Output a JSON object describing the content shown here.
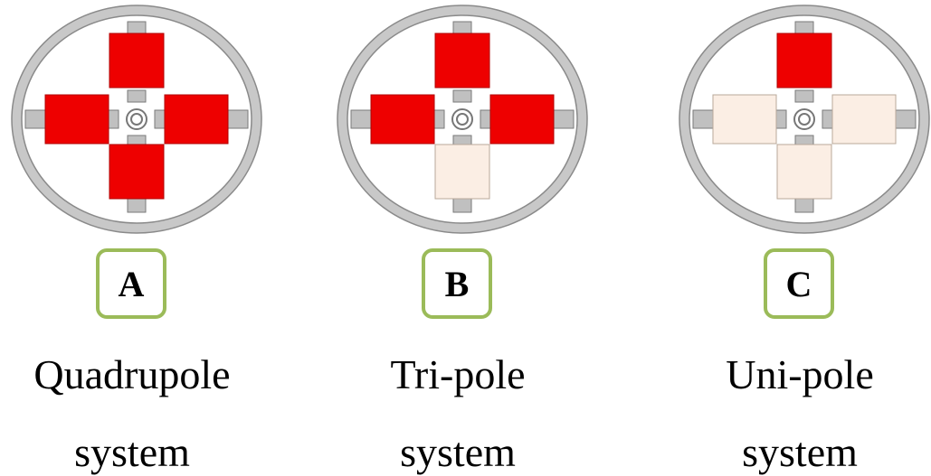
{
  "colors": {
    "pole_active": "#ee0000",
    "pole_inactive": "#fbeee4",
    "connector": "#c0c0c0",
    "ring": "#c8c8c8",
    "label_border": "#9bbb59"
  },
  "panels": [
    {
      "letter": "A",
      "caption_line1": "Quadrupole",
      "caption_line2": "system",
      "poles": {
        "top": "active",
        "right": "active",
        "bottom": "active",
        "left": "active"
      }
    },
    {
      "letter": "B",
      "caption_line1": "Tri-pole",
      "caption_line2": "system",
      "poles": {
        "top": "active",
        "right": "active",
        "bottom": "inactive",
        "left": "active"
      }
    },
    {
      "letter": "C",
      "caption_line1": "Uni-pole",
      "caption_line2": "system",
      "poles": {
        "top": "active",
        "right": "inactive",
        "bottom": "inactive",
        "left": "inactive"
      }
    }
  ]
}
